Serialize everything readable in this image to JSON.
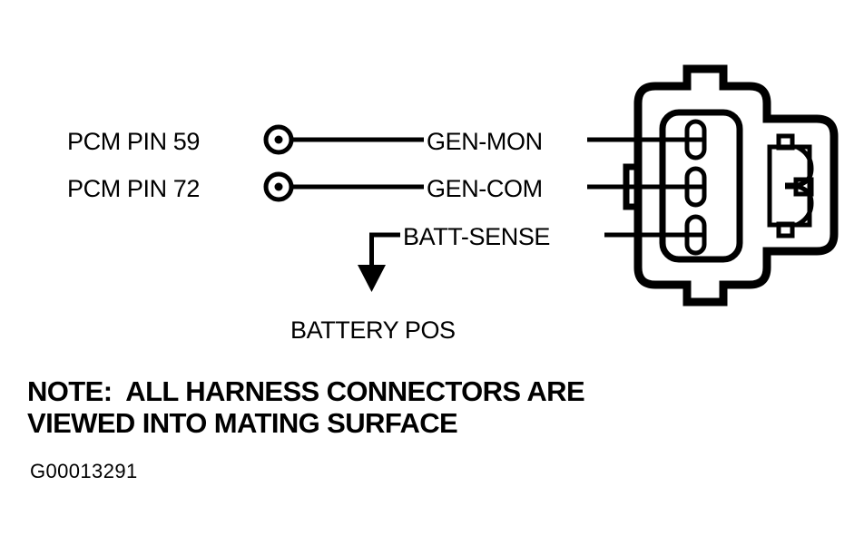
{
  "figure": {
    "id_label": "G00013291",
    "title_note_line1": "NOTE:  ALL HARNESS CONNECTORS ARE",
    "title_note_line2": "VIEWED INTO MATING SURFACE",
    "ink_color": "#000000",
    "background_color": "#ffffff"
  },
  "pins": [
    {
      "source_label": "PCM PIN 59",
      "signal_label": "GEN-MON",
      "terminal_icon": "circle-terminal-icon",
      "cavity_index": 1
    },
    {
      "source_label": "PCM PIN 72",
      "signal_label": "GEN-COM",
      "terminal_icon": "circle-terminal-icon",
      "cavity_index": 2
    },
    {
      "source_label": "BATTERY POS",
      "signal_label": "BATT-SENSE",
      "terminal_icon": "arrow-down-icon",
      "cavity_index": 3
    }
  ],
  "connector": {
    "name": "generator-harness-connector",
    "cavity_count": 3,
    "latch_detail": "connector-latch-icon",
    "keying_tabs": 2
  }
}
